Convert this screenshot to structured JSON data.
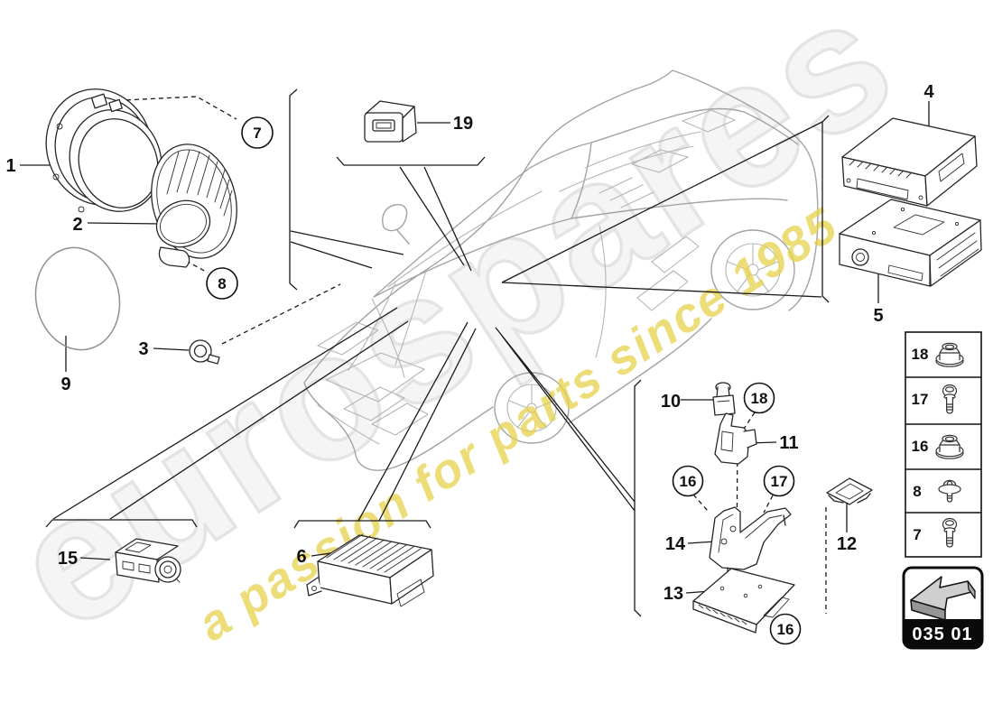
{
  "watermark": {
    "brand": "eurospares",
    "tagline": "a passion for parts since 1985"
  },
  "part_labels": {
    "p1": "1",
    "p2": "2",
    "p3": "3",
    "p4": "4",
    "p5": "5",
    "p6": "6",
    "p9": "9",
    "p10": "10",
    "p11": "11",
    "p12": "12",
    "p13": "13",
    "p14": "14",
    "p15": "15",
    "p19": "19"
  },
  "callout_circles": {
    "c7": "7",
    "c8": "8",
    "c18": "18",
    "c16": "16",
    "c17": "17",
    "c16b": "16"
  },
  "fastener_table": {
    "items": [
      {
        "num": "18",
        "icon": "flange-nut"
      },
      {
        "num": "17",
        "icon": "pan-head-bolt"
      },
      {
        "num": "16",
        "icon": "flange-nut"
      },
      {
        "num": "8",
        "icon": "washer-screw"
      },
      {
        "num": "7",
        "icon": "pan-head-bolt"
      }
    ]
  },
  "diagram_code": {
    "code": "035 01"
  }
}
